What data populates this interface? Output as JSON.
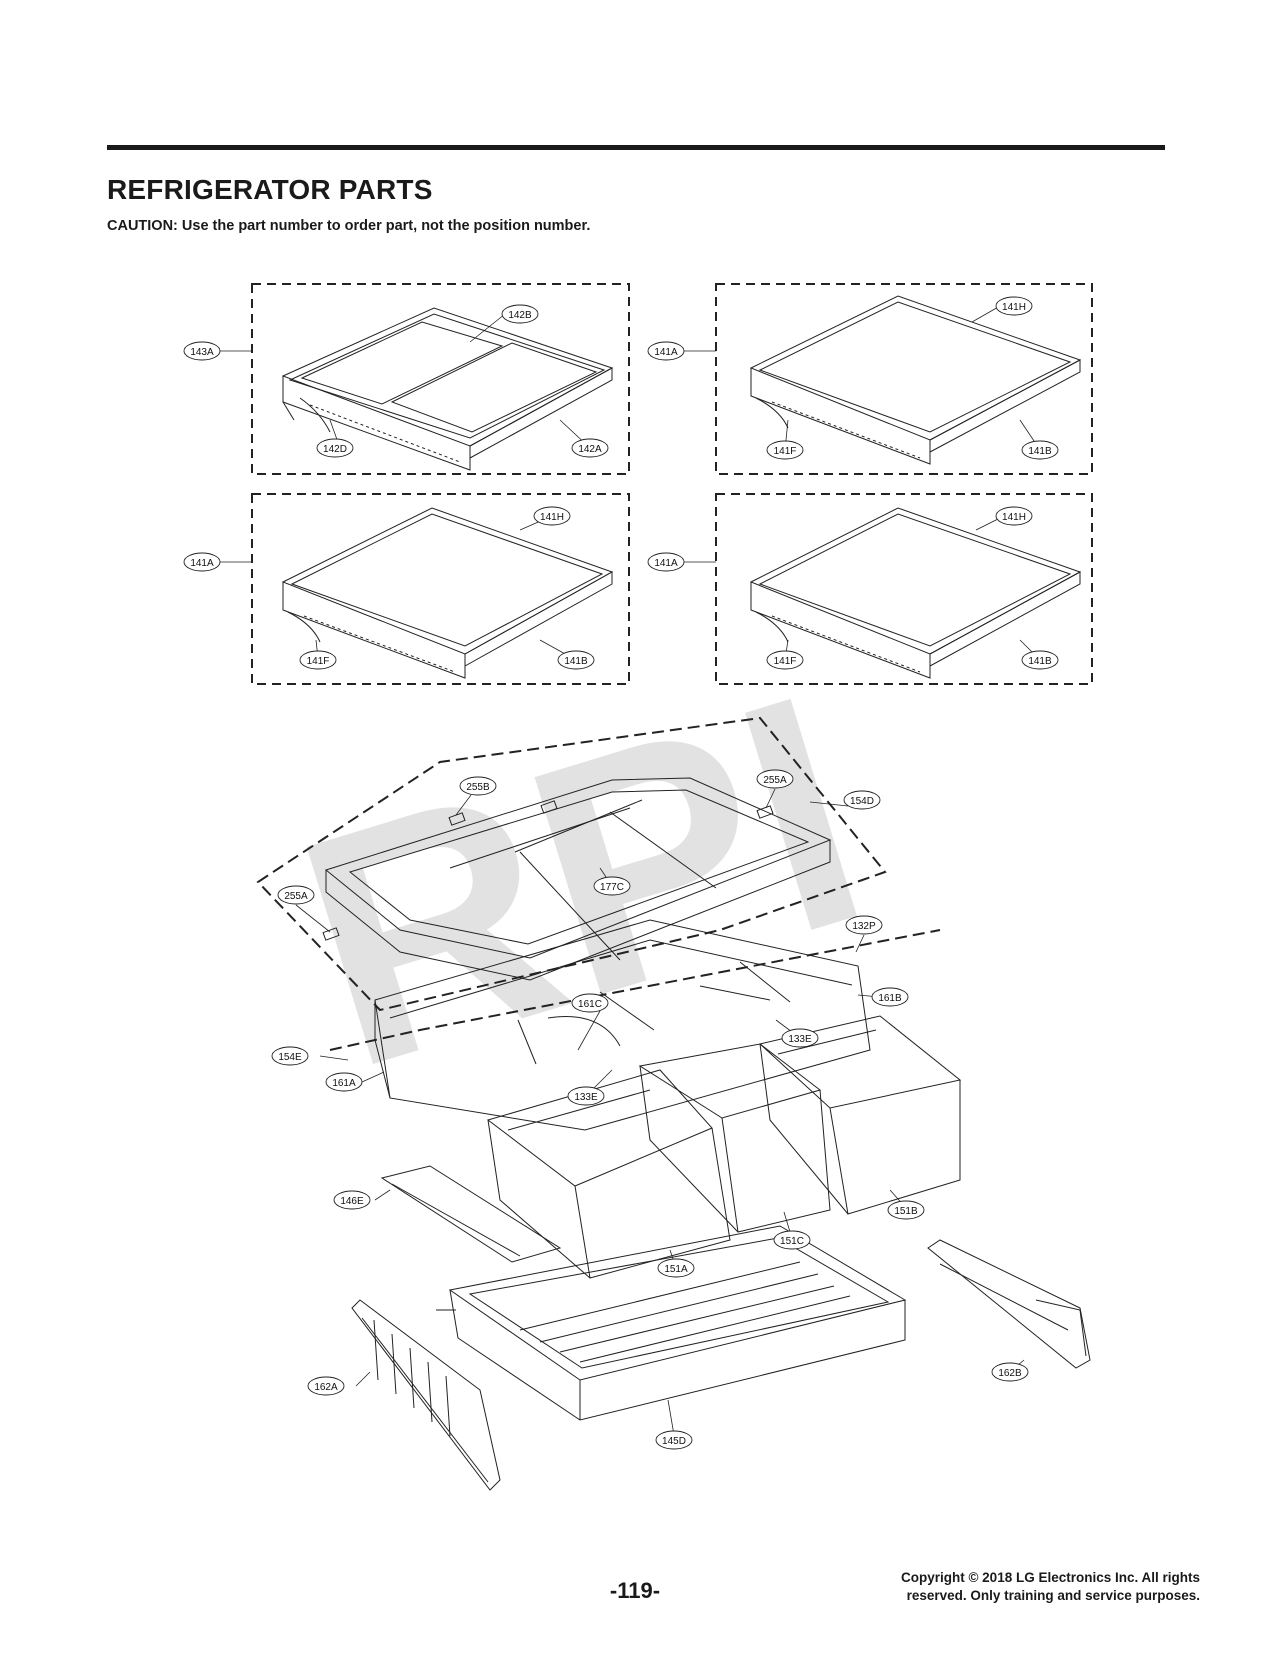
{
  "page": {
    "title": "REFRIGERATOR PARTS",
    "caution": "CAUTION: Use the part number to order part, not the position number.",
    "page_number": "-119-",
    "copyright_line1": "Copyright © 2018 LG Electronics Inc. All rights",
    "copyright_line2": "reserved. Only training and service purposes.",
    "watermark": "RPI"
  },
  "callouts": {
    "p143A": "143A",
    "p142B": "142B",
    "p142D": "142D",
    "p142A": "142A",
    "p141A_1": "141A",
    "p141H_1": "141H",
    "p141F_1": "141F",
    "p141B_1": "141B",
    "p141A_2": "141A",
    "p141H_2": "141H",
    "p141F_2": "141F",
    "p141B_2": "141B",
    "p141A_3": "141A",
    "p141H_3": "141H",
    "p141F_3": "141F",
    "p141B_3": "141B",
    "p255B": "255B",
    "p255A_1": "255A",
    "p154D": "154D",
    "p177C": "177C",
    "p255A_2": "255A",
    "p132P": "132P",
    "p161B": "161B",
    "p161C": "161C",
    "p133E_1": "133E",
    "p154E": "154E",
    "p161A": "161A",
    "p133E_2": "133E",
    "p146E": "146E",
    "p151C": "151C",
    "p151B": "151B",
    "p151A": "151A",
    "p162B": "162B",
    "p162A": "162A",
    "p145D": "145D"
  }
}
